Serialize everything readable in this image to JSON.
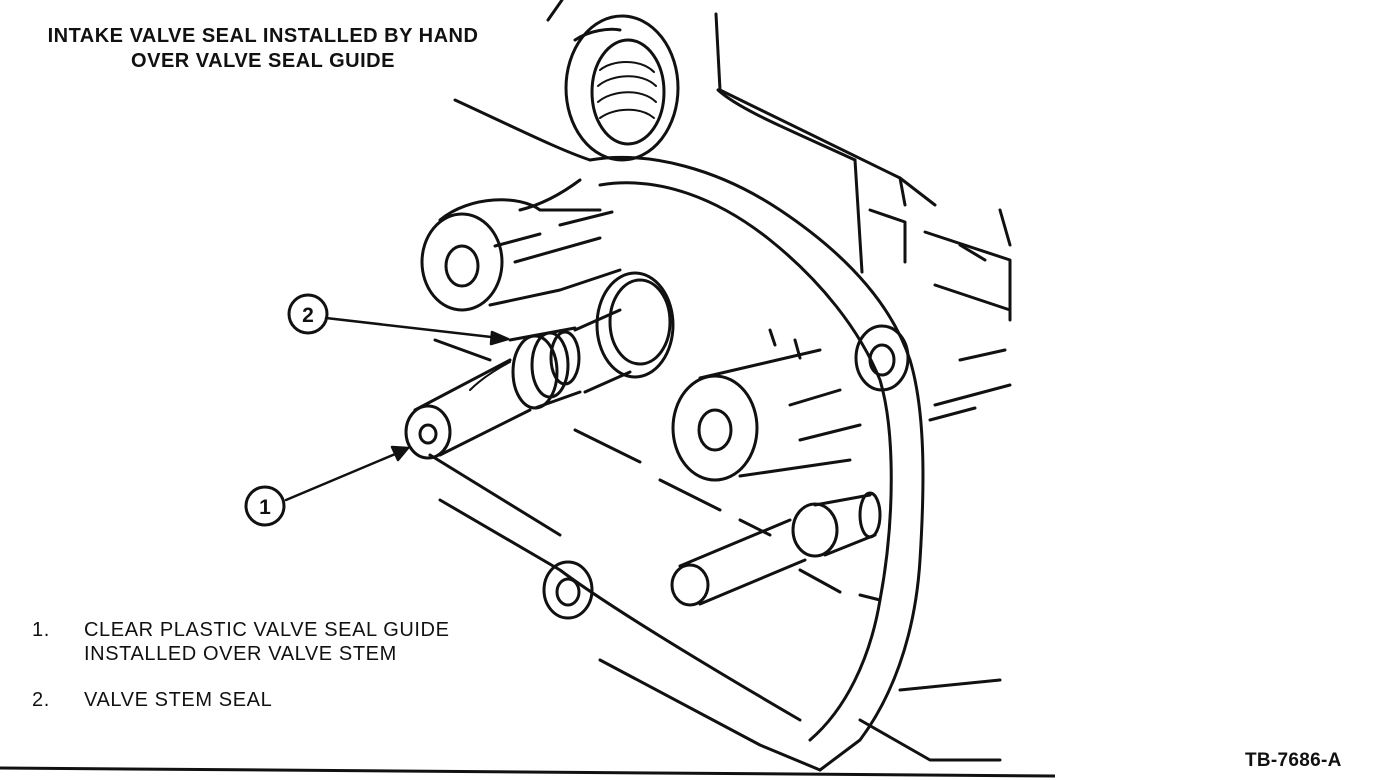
{
  "title": {
    "line1": "INTAKE VALVE SEAL INSTALLED BY HAND",
    "line2": "OVER VALVE SEAL GUIDE"
  },
  "callouts": [
    {
      "number": "1"
    },
    {
      "number": "2"
    }
  ],
  "legend": [
    {
      "number": "1.",
      "text": "CLEAR PLASTIC VALVE SEAL GUIDE\nINSTALLED OVER VALVE STEM"
    },
    {
      "number": "2.",
      "text": "VALVE STEM SEAL"
    }
  ],
  "figure_id": "TB-7686-A",
  "colors": {
    "ink": "#111111",
    "background": "#ffffff"
  }
}
